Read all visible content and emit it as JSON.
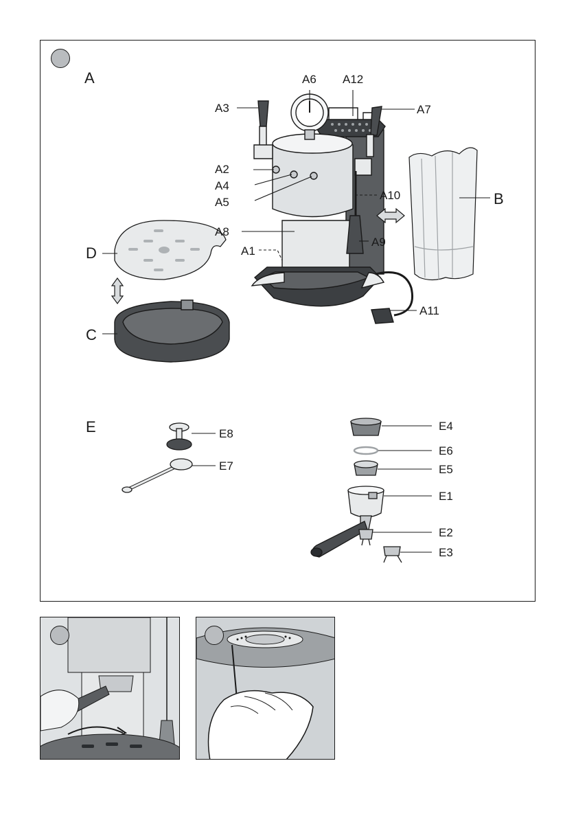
{
  "sections": {
    "a": "A",
    "e": "E"
  },
  "callouts": {
    "a1": "A1",
    "a2": "A2",
    "a3": "A3",
    "a4": "A4",
    "a5": "A5",
    "a6": "A6",
    "a7": "A7",
    "a8": "A8",
    "a9": "A9",
    "a10": "A10",
    "a11": "A11",
    "a12": "A12",
    "b": "B",
    "c": "C",
    "d": "D",
    "e1": "E1",
    "e2": "E2",
    "e3": "E3",
    "e4": "E4",
    "e5": "E5",
    "e6": "E6",
    "e7": "E7",
    "e8": "E8"
  },
  "colors": {
    "line": "#1a1a1a",
    "metal": "#d9dcde",
    "dark": "#4a4d50",
    "badge": "#b9bcbf",
    "tank": "#eef0f1"
  }
}
